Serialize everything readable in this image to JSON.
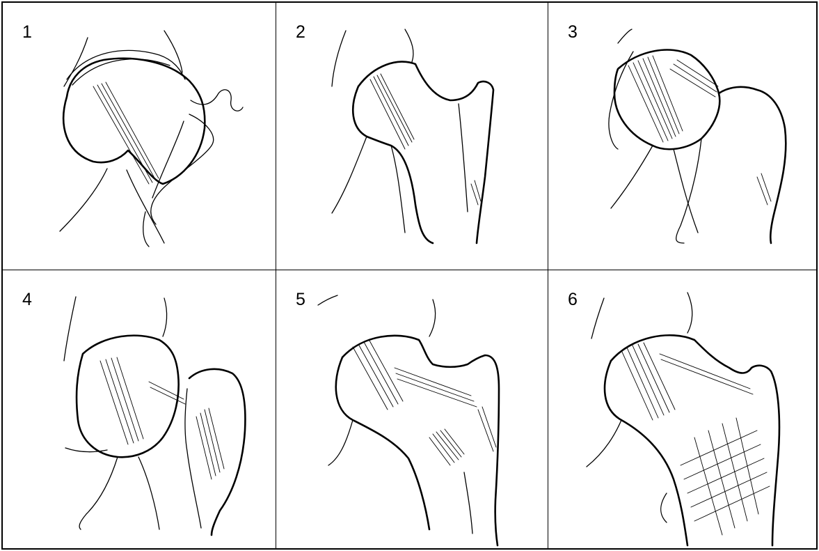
{
  "figure": {
    "panels": [
      {
        "label": "1",
        "stage": 1
      },
      {
        "label": "2",
        "stage": 2
      },
      {
        "label": "3",
        "stage": 3
      },
      {
        "label": "4",
        "stage": 4
      },
      {
        "label": "5",
        "stage": 5
      },
      {
        "label": "6",
        "stage": 6
      }
    ]
  }
}
